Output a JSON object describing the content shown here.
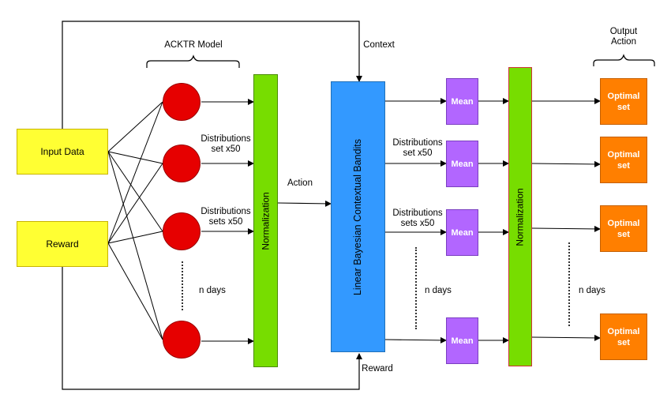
{
  "labels": {
    "model_title": "ACKTR Model",
    "context": "Context",
    "output_action": "Output\nAction",
    "action": "Action",
    "reward_bottom": "Reward",
    "dist_top": "Distributions\nset x50",
    "dist_mid": "Distributions\nsets x50",
    "n_days_left": "n days",
    "dist_right_1": "Distributions\nset x50",
    "dist_right_2": "Distributions\nsets x50",
    "n_days_mid": "n days",
    "n_days_right": "n days"
  },
  "inputs": {
    "input_data": "Input Data",
    "reward": "Reward"
  },
  "normalization_left": "Normalization",
  "bandits": "Linear Bayesian Contextual Bandits",
  "normalization_right": "Normalization",
  "means": [
    "Mean",
    "Mean",
    "Mean",
    "Mean"
  ],
  "optimal_sets": [
    "Optimal\nset",
    "Optimal\nset",
    "Optimal\nset",
    "Optimal\nset"
  ],
  "colors": {
    "input": "#ffff33",
    "neuron": "#e60000",
    "normalization": "#77dd00",
    "bandits": "#3399ff",
    "mean": "#b266ff",
    "optimal": "#ff7f00"
  }
}
